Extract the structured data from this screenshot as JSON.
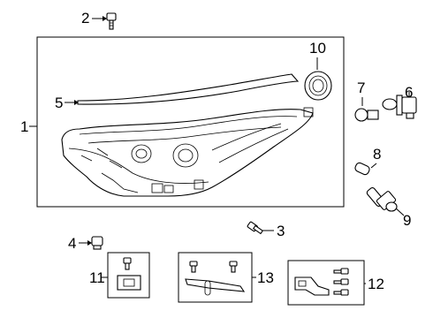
{
  "diagram": {
    "callouts": {
      "c1": "1",
      "c2": "2",
      "c3": "3",
      "c4": "4",
      "c5": "5",
      "c6": "6",
      "c7": "7",
      "c8": "8",
      "c9": "9",
      "c10": "10",
      "c11": "11",
      "c12": "12",
      "c13": "13"
    },
    "parts": [
      {
        "callout": "1",
        "icon": "headlamp-assembly-icon"
      },
      {
        "callout": "2",
        "icon": "bolt-icon"
      },
      {
        "callout": "3",
        "icon": "screw-icon"
      },
      {
        "callout": "4",
        "icon": "nut-icon"
      },
      {
        "callout": "5",
        "icon": "trim-strip-icon"
      },
      {
        "callout": "6",
        "icon": "headlamp-bulb-icon"
      },
      {
        "callout": "7",
        "icon": "wedge-bulb-icon"
      },
      {
        "callout": "8",
        "icon": "small-bulb-icon"
      },
      {
        "callout": "9",
        "icon": "bulb-socket-icon"
      },
      {
        "callout": "10",
        "icon": "seal-cap-icon"
      },
      {
        "callout": "11",
        "icon": "bracket-icon"
      },
      {
        "callout": "12",
        "icon": "bracket-icon"
      },
      {
        "callout": "13",
        "icon": "bracket-icon"
      }
    ]
  }
}
